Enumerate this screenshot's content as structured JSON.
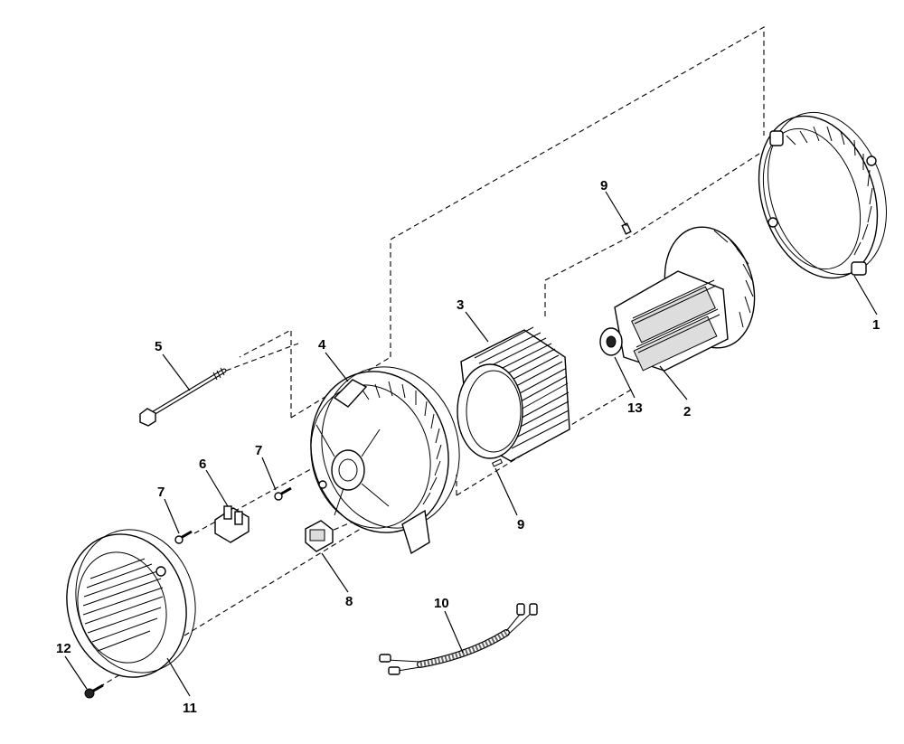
{
  "callouts": [
    {
      "id": "1",
      "label": "1"
    },
    {
      "id": "2",
      "label": "2"
    },
    {
      "id": "3",
      "label": "3"
    },
    {
      "id": "4",
      "label": "4"
    },
    {
      "id": "5",
      "label": "5"
    },
    {
      "id": "6",
      "label": "6"
    },
    {
      "id": "7a",
      "label": "7"
    },
    {
      "id": "7b",
      "label": "7"
    },
    {
      "id": "8",
      "label": "8"
    },
    {
      "id": "9a",
      "label": "9"
    },
    {
      "id": "9b",
      "label": "9"
    },
    {
      "id": "10",
      "label": "10"
    },
    {
      "id": "11",
      "label": "11"
    },
    {
      "id": "12",
      "label": "12"
    },
    {
      "id": "13",
      "label": "13"
    }
  ],
  "parts": {
    "rear_bearing_carrier": "part-1",
    "rotor_assembly": "part-2",
    "stator": "part-3",
    "front_housing": "part-4",
    "through_bolt": "part-5",
    "brush_holder": "part-6",
    "screw_a": "part-7",
    "screw_b": "part-7",
    "rectifier": "part-8",
    "key_upper": "part-9",
    "key_lower": "part-9",
    "wire_harness": "part-10",
    "end_cover": "part-11",
    "cover_screw": "part-12",
    "bearing": "part-13"
  }
}
